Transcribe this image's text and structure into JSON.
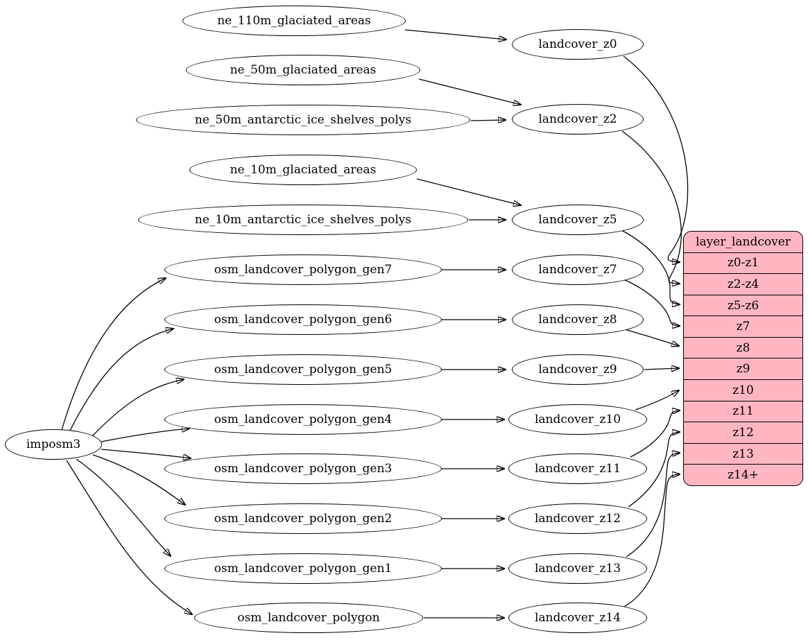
{
  "nodes": {
    "root": {
      "label": "imposm3"
    },
    "sources": [
      {
        "label": "ne_110m_glaciated_areas"
      },
      {
        "label": "ne_50m_glaciated_areas"
      },
      {
        "label": "ne_50m_antarctic_ice_shelves_polys"
      },
      {
        "label": "ne_10m_glaciated_areas"
      },
      {
        "label": "ne_10m_antarctic_ice_shelves_polys"
      },
      {
        "label": "osm_landcover_polygon_gen7"
      },
      {
        "label": "osm_landcover_polygon_gen6"
      },
      {
        "label": "osm_landcover_polygon_gen5"
      },
      {
        "label": "osm_landcover_polygon_gen4"
      },
      {
        "label": "osm_landcover_polygon_gen3"
      },
      {
        "label": "osm_landcover_polygon_gen2"
      },
      {
        "label": "osm_landcover_polygon_gen1"
      },
      {
        "label": "osm_landcover_polygon"
      }
    ],
    "landcover": [
      {
        "label": "landcover_z0"
      },
      {
        "label": "landcover_z2"
      },
      {
        "label": "landcover_z5"
      },
      {
        "label": "landcover_z7"
      },
      {
        "label": "landcover_z8"
      },
      {
        "label": "landcover_z9"
      },
      {
        "label": "landcover_z10"
      },
      {
        "label": "landcover_z11"
      },
      {
        "label": "landcover_z12"
      },
      {
        "label": "landcover_z13"
      },
      {
        "label": "landcover_z14"
      }
    ],
    "layer_table": {
      "header": "layer_landcover",
      "rows": [
        "z0-z1",
        "z2-z4",
        "z5-z6",
        "z7",
        "z8",
        "z9",
        "z10",
        "z11",
        "z12",
        "z13",
        "z14+"
      ]
    }
  },
  "edges": [
    {
      "from": "imposm3",
      "to": "osm_landcover_polygon_gen7"
    },
    {
      "from": "imposm3",
      "to": "osm_landcover_polygon_gen6"
    },
    {
      "from": "imposm3",
      "to": "osm_landcover_polygon_gen5"
    },
    {
      "from": "imposm3",
      "to": "osm_landcover_polygon_gen4"
    },
    {
      "from": "imposm3",
      "to": "osm_landcover_polygon_gen3"
    },
    {
      "from": "imposm3",
      "to": "osm_landcover_polygon_gen2"
    },
    {
      "from": "imposm3",
      "to": "osm_landcover_polygon_gen1"
    },
    {
      "from": "imposm3",
      "to": "osm_landcover_polygon"
    },
    {
      "from": "ne_110m_glaciated_areas",
      "to": "landcover_z0"
    },
    {
      "from": "ne_50m_glaciated_areas",
      "to": "landcover_z2"
    },
    {
      "from": "ne_50m_antarctic_ice_shelves_polys",
      "to": "landcover_z2"
    },
    {
      "from": "ne_10m_glaciated_areas",
      "to": "landcover_z5"
    },
    {
      "from": "ne_10m_antarctic_ice_shelves_polys",
      "to": "landcover_z5"
    },
    {
      "from": "osm_landcover_polygon_gen7",
      "to": "landcover_z7"
    },
    {
      "from": "osm_landcover_polygon_gen6",
      "to": "landcover_z8"
    },
    {
      "from": "osm_landcover_polygon_gen5",
      "to": "landcover_z9"
    },
    {
      "from": "osm_landcover_polygon_gen4",
      "to": "landcover_z10"
    },
    {
      "from": "osm_landcover_polygon_gen3",
      "to": "landcover_z11"
    },
    {
      "from": "osm_landcover_polygon_gen2",
      "to": "landcover_z12"
    },
    {
      "from": "osm_landcover_polygon_gen1",
      "to": "landcover_z13"
    },
    {
      "from": "osm_landcover_polygon",
      "to": "landcover_z14"
    },
    {
      "from": "landcover_z0",
      "to": "layer_landcover:z0-z1"
    },
    {
      "from": "landcover_z2",
      "to": "layer_landcover:z2-z4"
    },
    {
      "from": "landcover_z5",
      "to": "layer_landcover:z5-z6"
    },
    {
      "from": "landcover_z7",
      "to": "layer_landcover:z7"
    },
    {
      "from": "landcover_z8",
      "to": "layer_landcover:z8"
    },
    {
      "from": "landcover_z9",
      "to": "layer_landcover:z9"
    },
    {
      "from": "landcover_z10",
      "to": "layer_landcover:z10"
    },
    {
      "from": "landcover_z11",
      "to": "layer_landcover:z11"
    },
    {
      "from": "landcover_z12",
      "to": "layer_landcover:z12"
    },
    {
      "from": "landcover_z13",
      "to": "layer_landcover:z13"
    },
    {
      "from": "landcover_z14",
      "to": "layer_landcover:z14+"
    }
  ],
  "colors": {
    "table_fill": "#ffb6c1",
    "node_fill": "#ffffff",
    "stroke": "#000000",
    "background": "#ffffff"
  }
}
